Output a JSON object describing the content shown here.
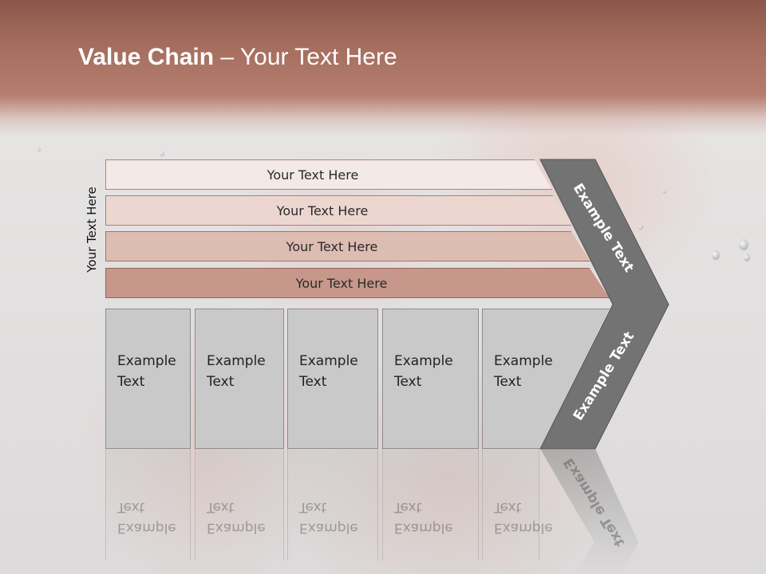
{
  "slide": {
    "title_bold": "Value Chain",
    "title_rest": " – Your Text Here",
    "side_label": "Your Text Here"
  },
  "bars": [
    {
      "label": "Your Text Here"
    },
    {
      "label": "Your Text Here"
    },
    {
      "label": "Your Text Here"
    },
    {
      "label": "Your Text Here"
    }
  ],
  "boxes": [
    {
      "line1": "Example",
      "line2": "Text"
    },
    {
      "line1": "Example",
      "line2": "Text"
    },
    {
      "line1": "Example",
      "line2": "Text"
    },
    {
      "line1": "Example",
      "line2": "Text"
    },
    {
      "line1": "Example",
      "line2": "Text"
    }
  ],
  "chevron": {
    "upper_text": "Example Text",
    "lower_text": "Example Text"
  },
  "colors": {
    "header": "#a66e5f",
    "chevron": "#737373",
    "box": "#c9c9c9"
  }
}
